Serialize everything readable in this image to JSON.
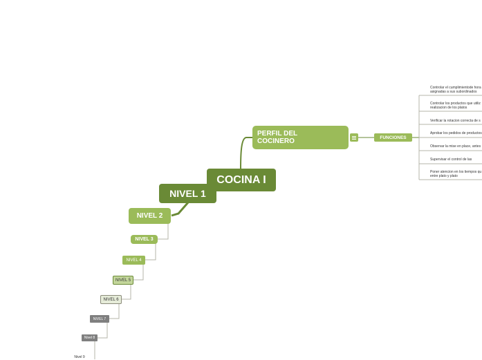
{
  "colors": {
    "dark_green": "#6a8a36",
    "mid_green": "#9bbb59",
    "pale_green": "#c3d69b",
    "very_pale": "#e6ecd9",
    "gray": "#7f7f7f",
    "line": "#b4b4a8",
    "white": "#ffffff"
  },
  "nodes": {
    "root": "COCINA I",
    "nivel1": "NIVEL 1",
    "nivel2": "NIVEL 2",
    "nivel3": "NIVEL 3",
    "nivel4": "NIVEL 4",
    "nivel5": "NIVEL 5",
    "nivel6": "NIVEL 6",
    "nivel7": "NIVEL 7",
    "nivel8": "Nivel 8",
    "nivel9": "Nivel 9",
    "perfil": "PERFIL DEL\nCOCINERO",
    "funciones": "FUNCIONES"
  },
  "funciones_items": [
    "Controlar el cumplimientode hora\nasignadas a sus subordinados",
    "Controlar los productos que utiliz\nrealizacion de los platos",
    "Verificar la rotacion correcta de s",
    "Aprobar los pedidos de productos",
    "Observar la mise en place, antes",
    "Supervisar el control de las consu",
    "Poner atencion en los tiempos qu\nentre plato y plato"
  ]
}
